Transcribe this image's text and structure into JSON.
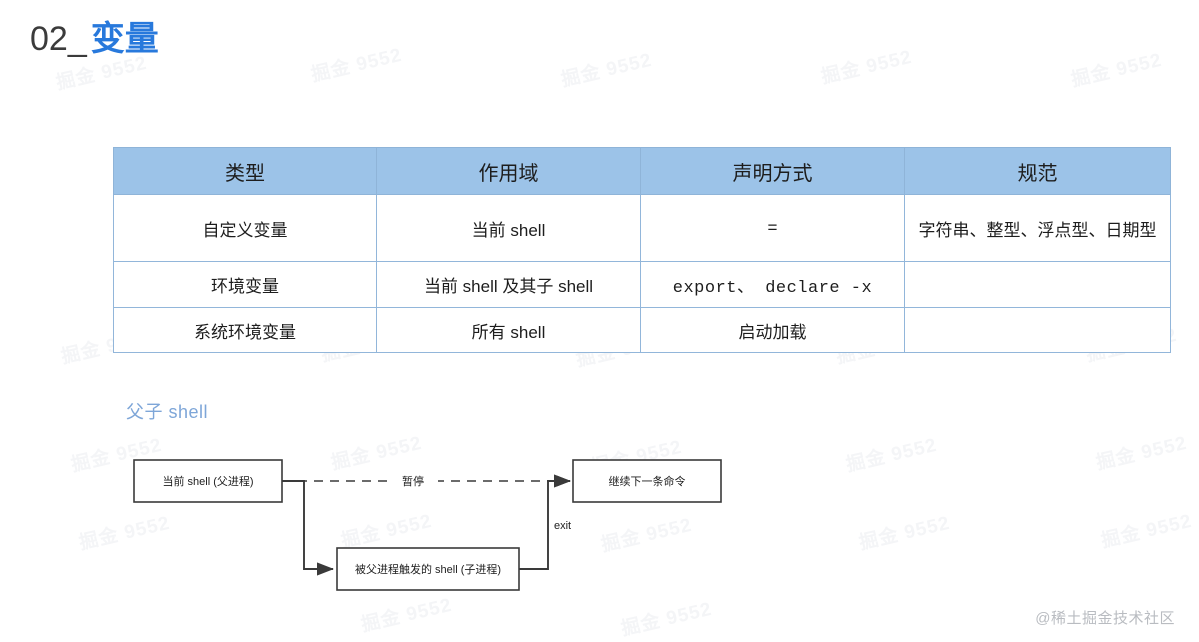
{
  "slide": {
    "title_number": "02_",
    "title_text": "变量"
  },
  "table": {
    "headers": [
      "类型",
      "作用域",
      "声明方式",
      "规范"
    ],
    "rows": [
      {
        "type": "自定义变量",
        "scope": "当前 shell",
        "declare": "=",
        "declare_mono": false,
        "spec": "字符串、整型、浮点型、日期型"
      },
      {
        "type": "环境变量",
        "scope": "当前 shell 及其子 shell",
        "declare": "export、 declare -x",
        "declare_mono": true,
        "spec": ""
      },
      {
        "type": "系统环境变量",
        "scope": "所有 shell",
        "declare": "启动加载",
        "declare_mono": false,
        "spec": ""
      }
    ],
    "header_bg": "#9CC3E8",
    "border_color": "#92b6da"
  },
  "diagram": {
    "label": "父子 shell",
    "label_color": "#7EA6D8",
    "boxes": {
      "parent": "当前 shell (父进程)",
      "next": "继续下一条命令",
      "child": "被父进程触发的 shell (子进程)"
    },
    "edges": {
      "pause": "暂停",
      "exit": "exit"
    },
    "stroke_color": "#3a3a3a"
  },
  "watermarks": {
    "corner": "@稀土掘金技术社区",
    "background_text": "掘金 9552"
  }
}
